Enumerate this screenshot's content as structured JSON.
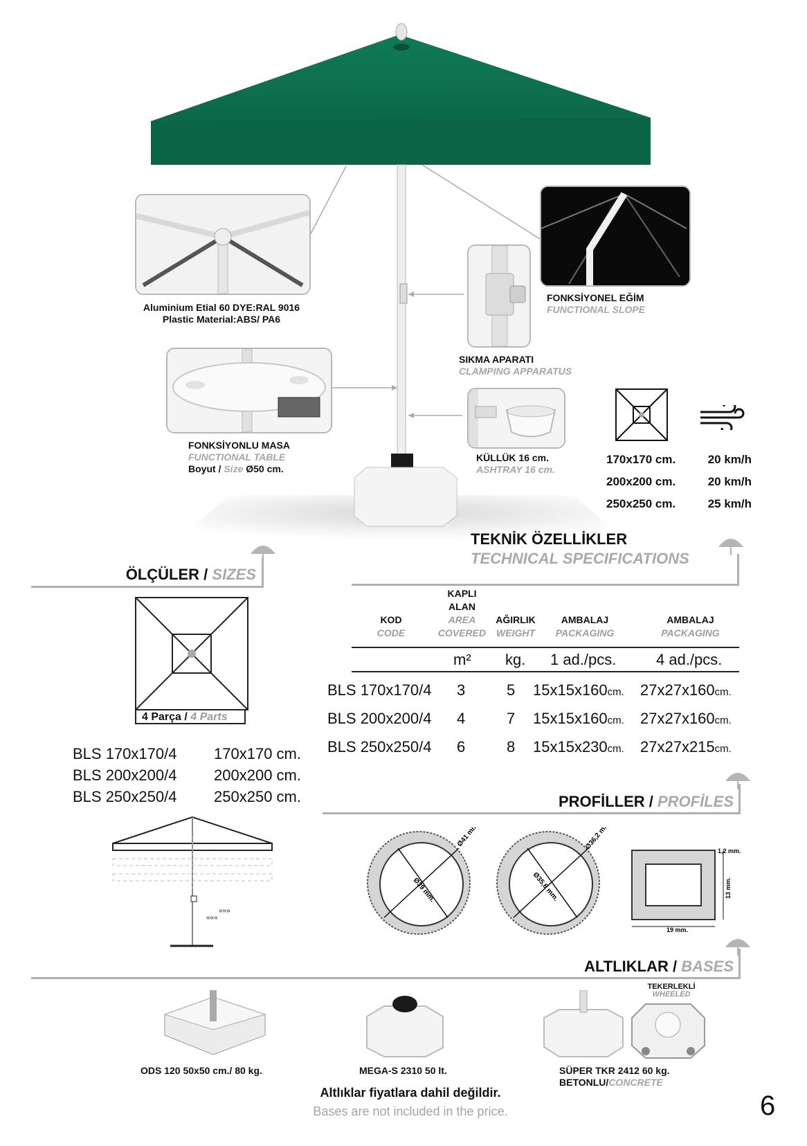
{
  "hero": {
    "frame_caption_tr": "Aluminium Etial 60 DYE:RAL 9016",
    "frame_caption_en": "Plastic Material:ABS/ PA6",
    "slope_tr": "FONKSİYONEL EĞİM",
    "slope_en": "FUNCTIONAL SLOPE",
    "clamp_tr": "SIKMA APARATI",
    "clamp_en": "CLAMPING APPARATUS",
    "table_tr": "FONKSİYONLU MASA",
    "table_en": "FUNCTIONAL TABLE",
    "table_size_prefix": "Boyut /",
    "table_size_en": "Size",
    "table_size_value": "Ø50 cm.",
    "ashtray_tr": "KÜLLÜK 16 cm.",
    "ashtray_en": "ASHTRAY 16 cm.",
    "canopy_color": "#0d6b4a"
  },
  "wind": {
    "rows": [
      {
        "size": "170x170 cm.",
        "speed": "20 km/h"
      },
      {
        "size": "200x200 cm.",
        "speed": "20 km/h"
      },
      {
        "size": "250x250 cm.",
        "speed": "25 km/h"
      }
    ]
  },
  "sizes_section": {
    "title_tr": "ÖLÇÜLER /",
    "title_en": "SIZES",
    "parts_tr": "4 Parça /",
    "parts_en": "4 Parts",
    "list": [
      {
        "code": "BLS 170x170/4",
        "size": "170x170 cm."
      },
      {
        "code": "BLS 200x200/4",
        "size": "200x200 cm."
      },
      {
        "code": "BLS 250x250/4",
        "size": "250x250 cm."
      }
    ]
  },
  "tech": {
    "title_tr": "TEKNİK ÖZELLİKLER",
    "title_en": "TECHNICAL SPECIFICATIONS",
    "headers": {
      "code_tr": "KOD",
      "code_en": "CODE",
      "area_tr1": "KAPLI",
      "area_tr2": "ALAN",
      "area_en1": "AREA",
      "area_en2": "COVERED",
      "weight_tr": "AĞIRLIK",
      "weight_en": "WEIGHT",
      "pack1_tr": "AMBALAJ",
      "pack1_en": "PACKAGING",
      "pack2_tr": "AMBALAJ",
      "pack2_en": "PACKAGING"
    },
    "units": {
      "area": "m²",
      "weight": "kg.",
      "pack1": "1 ad./pcs.",
      "pack2": "4 ad./pcs."
    },
    "rows": [
      {
        "code": "BLS 170x170/4",
        "area": "3",
        "weight": "5",
        "pack1": "15x15x160",
        "pack2": "27x27x160"
      },
      {
        "code": "BLS 200x200/4",
        "area": "4",
        "weight": "7",
        "pack1": "15x15x160",
        "pack2": "27x27x160"
      },
      {
        "code": "BLS 250x250/4",
        "area": "6",
        "weight": "8",
        "pack1": "15x15x230",
        "pack2": "27x27x215"
      }
    ],
    "cm": "cm."
  },
  "profiles": {
    "title_tr": "PROFİLLER /",
    "title_en": "PROFİLES",
    "p1_outer": "Ø41 mm.",
    "p1_inner": "Ø39 mm.",
    "p2_outer": "Ø36,2 mm.",
    "p2_inner": "Ø35,6 mm.",
    "rect_thick": "1,2 mm.",
    "rect_h": "13 mm.",
    "rect_w": "19 mm."
  },
  "bases": {
    "title_tr": "ALTLIKLAR /",
    "title_en": "BASES",
    "items": [
      {
        "label": "ODS 120  50x50 cm./ 80 kg."
      },
      {
        "label": "MEGA-S 2310 50 lt."
      },
      {
        "label": "SÜPER TKR 2412  60 kg."
      }
    ],
    "concrete_tr": "BETONLU/",
    "concrete_en": "CONCRETE",
    "wheeled_tr": "TEKERLEKLİ",
    "wheeled_en": "WHEELED",
    "note_tr": "Altlıklar fiyatlara dahil değildir.",
    "note_en": "Bases are not included in the price."
  },
  "page_number": "6"
}
